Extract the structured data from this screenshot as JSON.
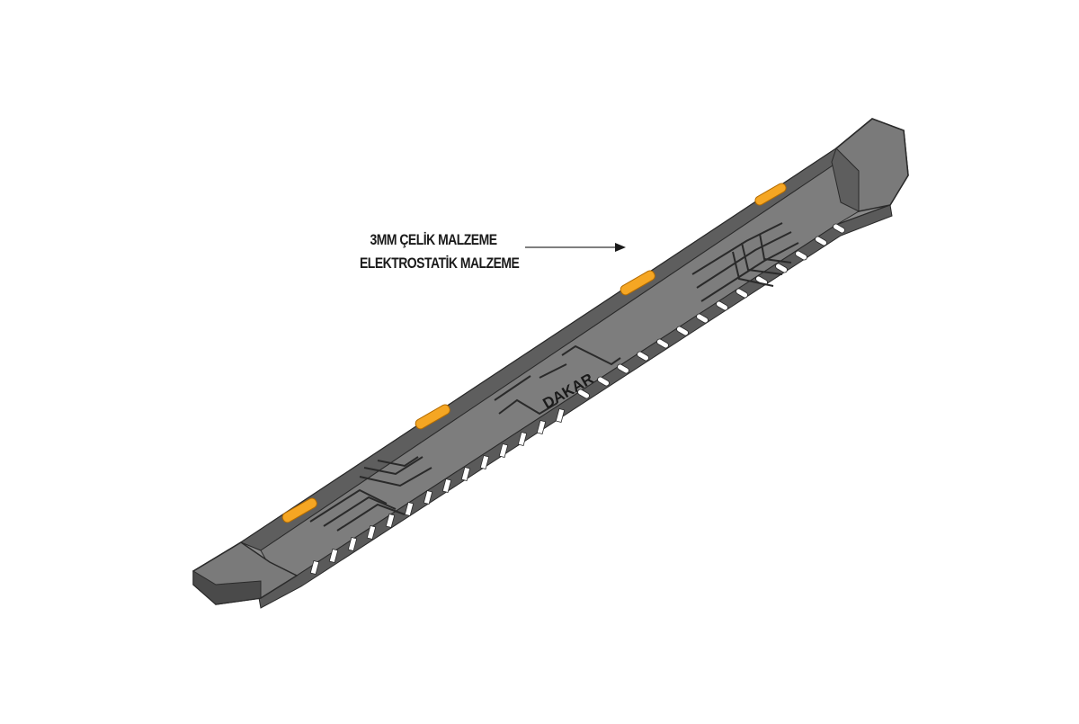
{
  "callout": {
    "line1": "3MM ÇELİK MALZEME",
    "line2": "ELEKTROSTATİK MALZEME",
    "arrow_icon": "arrow-right-icon"
  },
  "product": {
    "name": "running-board-side-step",
    "logo_text": "DAKAR",
    "body_color": "#6e6e6e",
    "top_color": "#8a8a8a",
    "edge_color": "#3c3c3c",
    "light_color": "#f5a623",
    "slot_color": "#ffffff",
    "lights_count": 4
  },
  "colors": {
    "background": "#ffffff",
    "text": "#1a1a1a"
  }
}
